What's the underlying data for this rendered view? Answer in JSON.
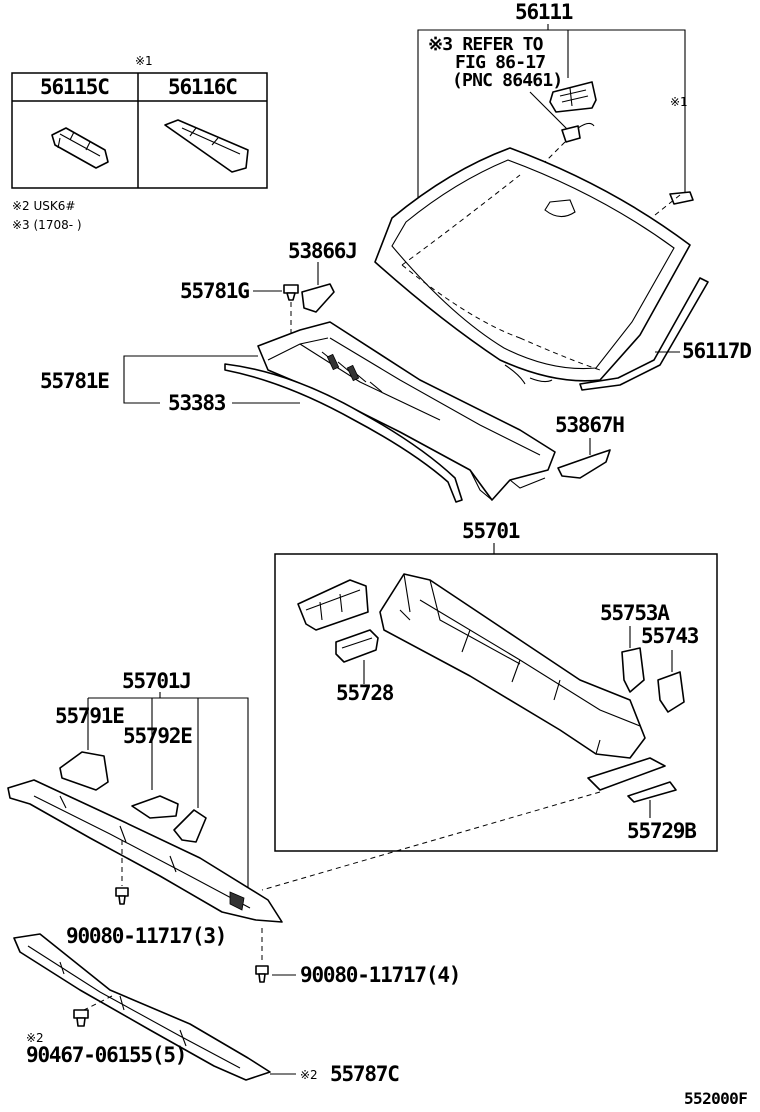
{
  "labels": {
    "p56111": "56111",
    "p56115C": "56115C",
    "p56116C": "56116C",
    "p56117D": "56117D",
    "p53866J": "53866J",
    "p55781G": "55781G",
    "p55781E": "55781E",
    "p53383": "53383",
    "p53867H": "53867H",
    "p55701": "55701",
    "p55753A": "55753A",
    "p55743": "55743",
    "p55728": "55728",
    "p55729B": "55729B",
    "p55701J": "55701J",
    "p55791E": "55791E",
    "p55792E": "55792E",
    "p90080_3": "90080-11717(3)",
    "p90080_4": "90080-11717(4)",
    "p90467": "90467-06155(5)",
    "p55787C": "55787C"
  },
  "notes": {
    "mark1_table": "※1",
    "mark1_glass": "※1",
    "note2": "※2 USK6#",
    "note3": "※3 (1708-      )",
    "mark2_bolt": "※2",
    "mark2_panel": "※2",
    "ref_line1": "※3 REFER TO",
    "ref_line2": "FIG 86-17",
    "ref_line3": "(PNC 86461)"
  },
  "figure_code": "552000F"
}
